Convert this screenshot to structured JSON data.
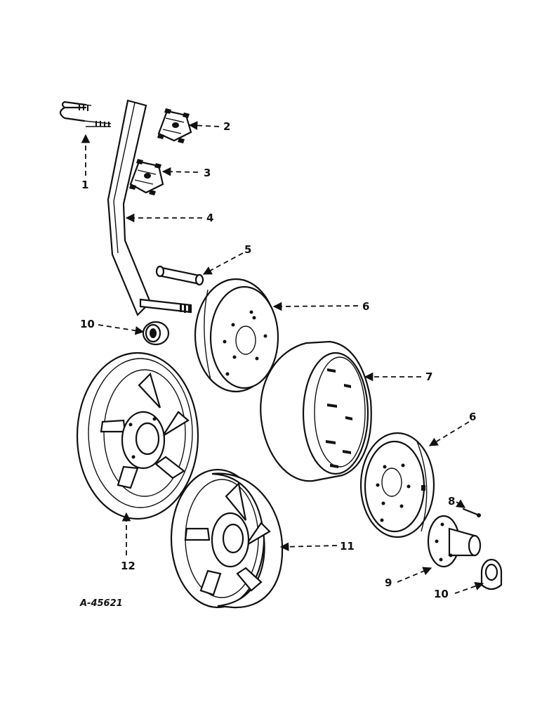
{
  "diagram": {
    "drawing_number": "A-45621",
    "callouts": [
      {
        "id": "c1",
        "text": "1"
      },
      {
        "id": "c2",
        "text": "2"
      },
      {
        "id": "c3",
        "text": "3"
      },
      {
        "id": "c4",
        "text": "4"
      },
      {
        "id": "c5",
        "text": "5"
      },
      {
        "id": "c6a",
        "text": "6"
      },
      {
        "id": "c6b",
        "text": "6"
      },
      {
        "id": "c7",
        "text": "7"
      },
      {
        "id": "c8",
        "text": "8"
      },
      {
        "id": "c9",
        "text": "9"
      },
      {
        "id": "c10a",
        "text": "10"
      },
      {
        "id": "c10b",
        "text": "10"
      },
      {
        "id": "c11",
        "text": "11"
      },
      {
        "id": "c12",
        "text": "12"
      }
    ]
  }
}
